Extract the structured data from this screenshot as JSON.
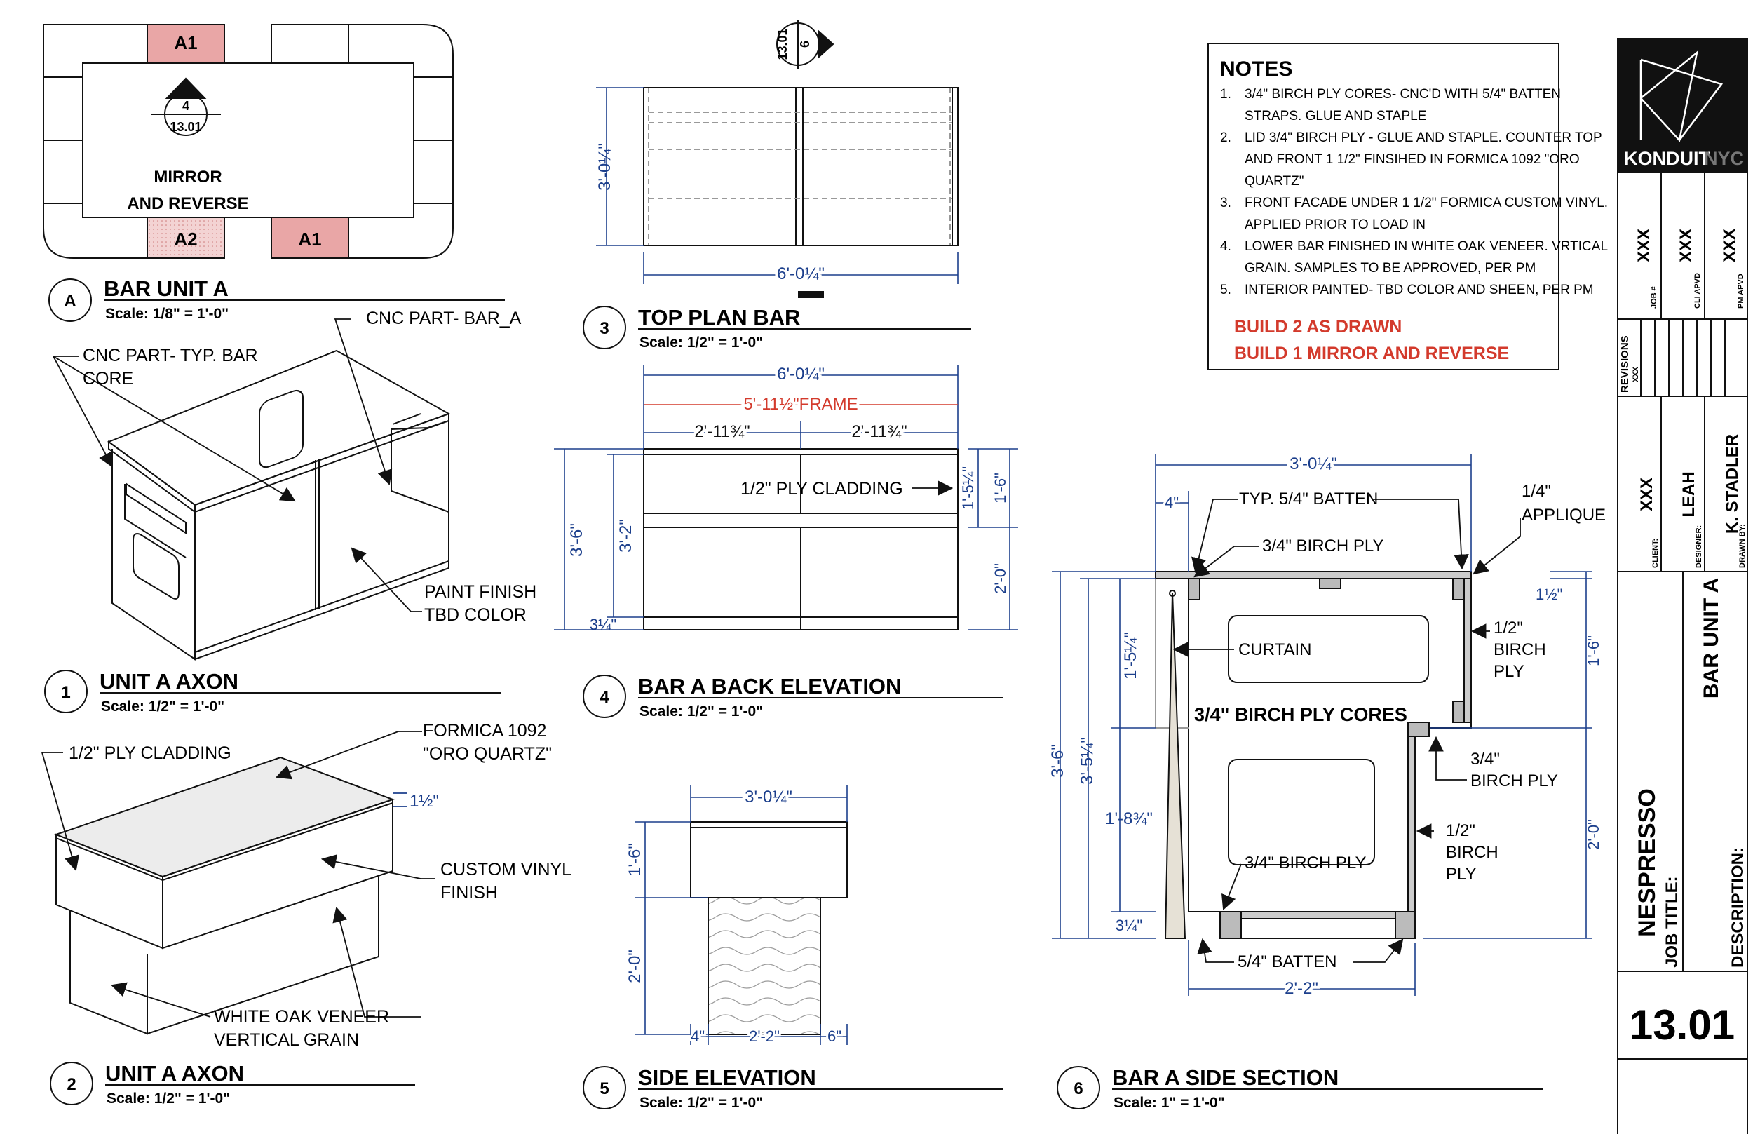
{
  "title_block": {
    "company": "KONDUIT",
    "company_city": "NYC",
    "job_no_label": "JOB #",
    "job_no": "XXX",
    "cli_apvd_label": "CLI APVD",
    "cli_apvd": "XXX",
    "pm_apvd_label": "PM APVD",
    "pm_apvd": "XXX",
    "revisions_label": "REVISIONS",
    "revisions_value": "XXX",
    "client_label": "CLIENT:",
    "client": "XXX",
    "designer_label": "DESIGNER:",
    "designer": "LEAH",
    "drawn_by_label": "DRAWN BY:",
    "drawn_by": "K. STADLER",
    "job_title_label": "JOB TITLE:",
    "job_title": "NESPRESSO",
    "description_label": "DESCRIPTION:",
    "description": "BAR UNIT A",
    "sheet_number": "13.01"
  },
  "notes": {
    "heading": "NOTES",
    "items": [
      {
        "num": "1.",
        "lines": [
          "3/4\" BIRCH PLY CORES- CNC'D WITH 5/4\" BATTEN",
          "STRAPS.  GLUE AND STAPLE"
        ]
      },
      {
        "num": "2.",
        "lines": [
          "LID 3/4\" BIRCH PLY - GLUE AND STAPLE.  COUNTER TOP",
          "AND FRONT 1 1/2\" FINSIHED IN FORMICA 1092 \"ORO",
          "QUARTZ\""
        ]
      },
      {
        "num": "3.",
        "lines": [
          "FRONT FACADE UNDER 1 1/2\" FORMICA CUSTOM VINYL.",
          "APPLIED PRIOR TO LOAD IN"
        ]
      },
      {
        "num": "4.",
        "lines": [
          "LOWER BAR FINISHED IN WHITE OAK VENEER.  VRTICAL",
          "GRAIN.  SAMPLES TO BE APPROVED, PER PM"
        ]
      },
      {
        "num": "5.",
        "lines": [
          "INTERIOR PAINTED- TBD COLOR AND SHEEN, PER PM"
        ]
      }
    ],
    "build_lines": [
      "BUILD 2 AS DRAWN",
      "BUILD 1 MIRROR AND REVERSE"
    ]
  },
  "views": {
    "A": {
      "tag": "A",
      "title": "BAR UNIT A",
      "scale": "Scale: 1/8\" = 1'-0\""
    },
    "1": {
      "tag": "1",
      "title": "UNIT A AXON",
      "scale": "Scale: 1/2\" = 1'-0\""
    },
    "2": {
      "tag": "2",
      "title": "UNIT A AXON",
      "scale": "Scale: 1/2\" = 1'-0\""
    },
    "3": {
      "tag": "3",
      "title": "TOP PLAN BAR",
      "scale": "Scale: 1/2\" = 1'-0\""
    },
    "4": {
      "tag": "4",
      "title": "BAR A BACK ELEVATION",
      "scale": "Scale: 1/2\" = 1'-0\""
    },
    "5": {
      "tag": "5",
      "title": "SIDE ELEVATION",
      "scale": "Scale: 1/2\" = 1'-0\""
    },
    "6": {
      "tag": "6",
      "title": "BAR A SIDE SECTION",
      "scale": "Scale: 1\" = 1'-0\""
    }
  },
  "plan_a": {
    "units": [
      "A1",
      "A2",
      "A1"
    ],
    "callout_num": "4",
    "callout_sheet": "13.01",
    "text_line1": "MIRROR",
    "text_line2": "AND REVERSE"
  },
  "section_callout": {
    "sheet": "13.01",
    "num": "6"
  },
  "axon1_labels": {
    "cnc_bar": "CNC PART- BAR_A",
    "cnc_core_1": "CNC PART- TYP. BAR",
    "cnc_core_2": "CORE",
    "paint_1": "PAINT FINISH",
    "paint_2": "TBD COLOR"
  },
  "axon2_labels": {
    "formica_1": "FORMICA 1092",
    "formica_2": "\"ORO QUARTZ\"",
    "thickness": "1½\"",
    "cladding": "1/2\" PLY CLADDING",
    "vinyl_1": "CUSTOM VINYL",
    "vinyl_2": "FINISH",
    "oak_1": "WHITE OAK VENEER",
    "oak_2": "VERTICAL GRAIN"
  },
  "top_plan": {
    "depth": "3'-0¼\"",
    "width": "6'-0¼\""
  },
  "back_elev": {
    "width": "6'-0¼\"",
    "frame": "5'-11½\"FRAME",
    "half_left": "2'-11¾\"",
    "half_right": "2'-11¾\"",
    "cladding": "1/2\" PLY CLADDING",
    "total_h": "3'-6\"",
    "frame_h": "3'-2\"",
    "base_h": "3¼\"",
    "upper_rt": "1'-5¼\"",
    "upper_rt2": "1'-6\"",
    "lower_rt": "2'-0\""
  },
  "side_elev": {
    "depth": "3'-0¼\"",
    "upper_h": "1'-6\"",
    "lower_h": "2'-0\"",
    "left_off": "4\"",
    "base_w": "2'-2\"",
    "right_off": "6\""
  },
  "side_section": {
    "depth": "3'-0¼\"",
    "offset": "4\"",
    "batten_top": "TYP. 5/4\" BATTEN",
    "birch_top": "3/4\" BIRCH PLY",
    "applique_1": "1/4\"",
    "applique_2": "APPLIQUE",
    "top_thk": "1½\"",
    "ply_upper": [
      "1/2\"",
      "BIRCH",
      "PLY"
    ],
    "curtain": "CURTAIN",
    "cores": "3/4\" BIRCH PLY CORES",
    "birch_mid": [
      "3/4\"",
      "BIRCH PLY"
    ],
    "ply_lower": [
      "1/2\"",
      "BIRCH",
      "PLY"
    ],
    "birch_bottom": "3/4\" BIRCH PLY",
    "batten_bottom": "5/4\" BATTEN",
    "base_w": "2'-2\"",
    "total_h": "3'-6\"",
    "inner_h": "3'-5¼\"",
    "curtain_h": "1'-5¼\"",
    "lower_h": "1'-8¾\"",
    "base_thk": "3¼\"",
    "right_upper": "1'-6\"",
    "right_lower": "2'-0\""
  },
  "colors": {
    "dimension": "#1c3f8c",
    "red_note": "#d33a2c",
    "unit_fill": "#e9a6a6",
    "line": "#111111"
  }
}
